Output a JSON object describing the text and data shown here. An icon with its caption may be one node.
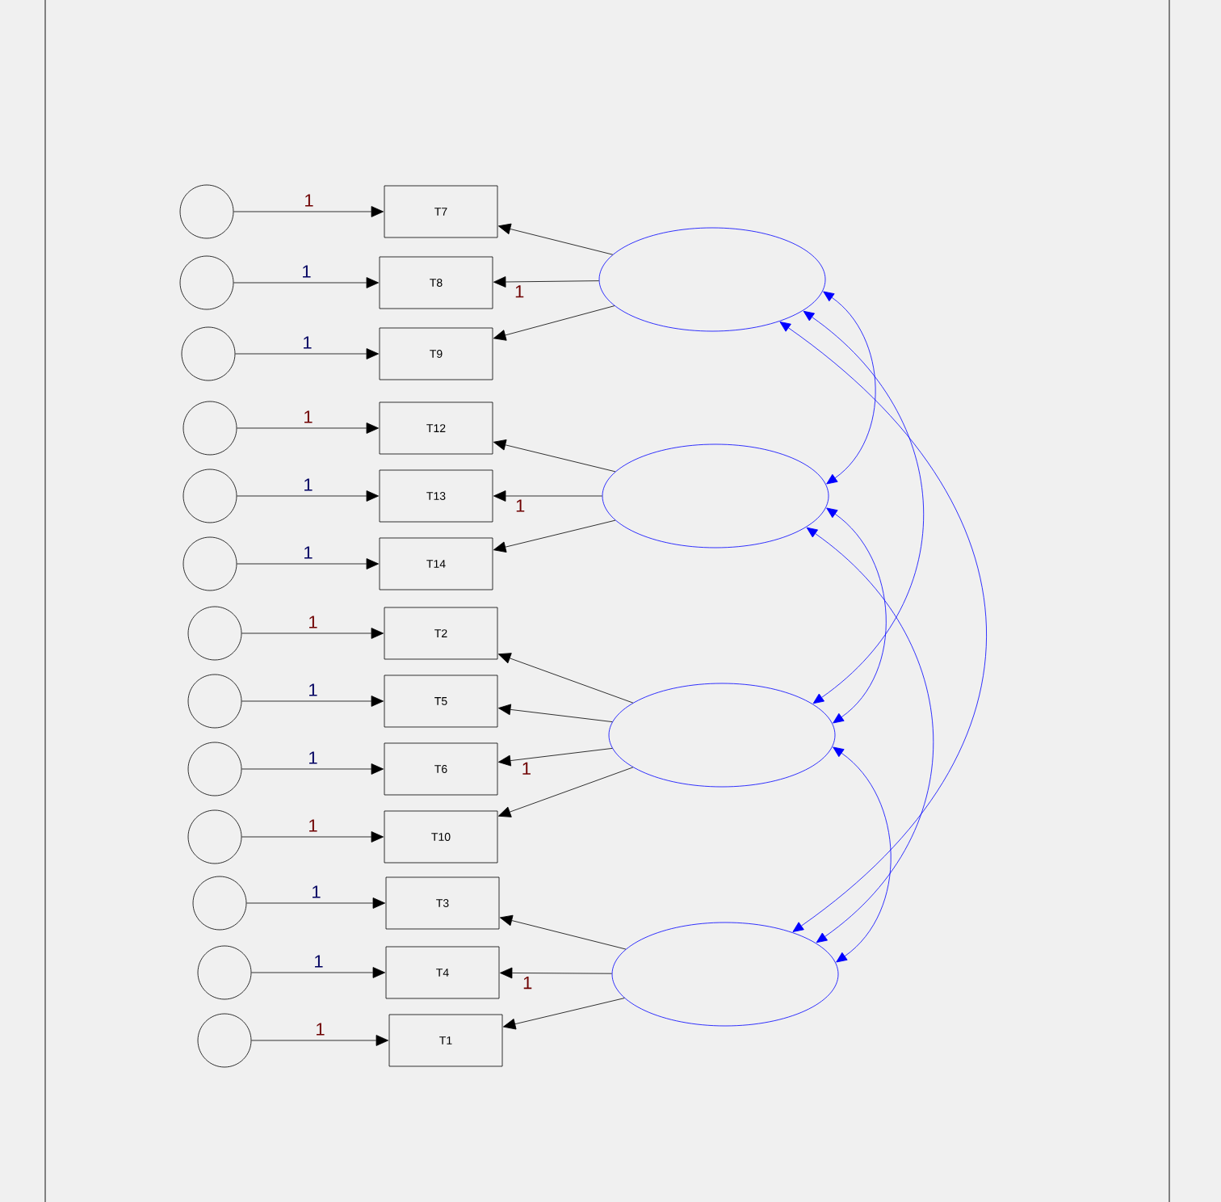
{
  "diagram": {
    "nodes": [
      {
        "text": [],
        "shape": "circle"
      },
      {
        "text": [],
        "shape": "circle"
      },
      {
        "text": [],
        "shape": "circle"
      },
      {
        "text": [],
        "shape": "circle"
      },
      {
        "text": [],
        "shape": "circle"
      },
      {
        "text": [],
        "shape": "circle"
      },
      {
        "text": [],
        "shape": "circle"
      },
      {
        "text": [],
        "shape": "circle"
      },
      {
        "text": [],
        "shape": "circle"
      },
      {
        "text": [],
        "shape": "circle"
      },
      {
        "text": [],
        "shape": "circle"
      },
      {
        "text": [],
        "shape": "circle"
      },
      {
        "text": [],
        "shape": "circle"
      },
      {
        "text": [
          "T7"
        ]
      },
      {
        "text": [
          "T8"
        ]
      },
      {
        "text": [
          "T9"
        ]
      },
      {
        "text": [
          "T12"
        ]
      },
      {
        "text": [
          "T13"
        ]
      },
      {
        "text": [
          "T14"
        ]
      },
      {
        "text": [
          "T2"
        ]
      },
      {
        "text": [
          "T5"
        ]
      },
      {
        "text": [
          "T6"
        ]
      },
      {
        "text": [
          "T10"
        ]
      },
      {
        "text": [
          "T3"
        ]
      },
      {
        "text": [
          "T4"
        ]
      },
      {
        "text": [
          "T1"
        ]
      },
      {
        "text": [],
        "shape": "ellipse"
      },
      {
        "text": [],
        "shape": "ellipse"
      },
      {
        "text": [],
        "shape": "ellipse"
      },
      {
        "text": [],
        "shape": "ellipse"
      }
    ],
    "edges": [
      {
        "from": 0,
        "to": 13,
        "arrow": "to",
        "label": "1"
      },
      {
        "from": 1,
        "to": 14,
        "arrow": "to",
        "label": "1"
      },
      {
        "from": 2,
        "to": 15,
        "arrow": "to",
        "label": "1"
      },
      {
        "from": 3,
        "to": 16,
        "arrow": "to",
        "label": "1"
      },
      {
        "from": 4,
        "to": 17,
        "arrow": "to",
        "label": "1"
      },
      {
        "from": 5,
        "to": 18,
        "arrow": "to",
        "label": "1"
      },
      {
        "from": 6,
        "to": 19,
        "arrow": "to",
        "label": "1"
      },
      {
        "from": 7,
        "to": 20,
        "arrow": "to",
        "label": "1"
      },
      {
        "from": 8,
        "to": 21,
        "arrow": "to",
        "label": "1"
      },
      {
        "from": 9,
        "to": 22,
        "arrow": "to",
        "label": "1"
      },
      {
        "from": 10,
        "to": 23,
        "arrow": "to",
        "label": "1"
      },
      {
        "from": 11,
        "to": 24,
        "arrow": "to",
        "label": "1"
      },
      {
        "from": 12,
        "to": 25,
        "arrow": "to",
        "label": "1"
      },
      {
        "from": 26,
        "to": 13,
        "arrow": "to"
      },
      {
        "from": 26,
        "to": 14,
        "arrow": "to",
        "label": "1"
      },
      {
        "from": 26,
        "to": 15,
        "arrow": "to"
      },
      {
        "from": 27,
        "to": 16,
        "arrow": "to"
      },
      {
        "from": 27,
        "to": 17,
        "arrow": "to",
        "label": "1"
      },
      {
        "from": 27,
        "to": 18,
        "arrow": "to"
      },
      {
        "from": 28,
        "to": 19,
        "arrow": "to"
      },
      {
        "from": 28,
        "to": 20,
        "arrow": "to"
      },
      {
        "from": 28,
        "to": 21,
        "arrow": "to",
        "label": "1"
      },
      {
        "from": 28,
        "to": 22,
        "arrow": "to"
      },
      {
        "from": 29,
        "to": 23,
        "arrow": "to"
      },
      {
        "from": 29,
        "to": 24,
        "arrow": "to",
        "label": "1"
      },
      {
        "from": 29,
        "to": 25,
        "arrow": "to"
      },
      {
        "from": 26,
        "to": 27,
        "arrow": "both",
        "color": "#0000ff"
      },
      {
        "from": 26,
        "to": 28,
        "arrow": "both",
        "color": "#0000ff"
      },
      {
        "from": 26,
        "to": 29,
        "arrow": "both",
        "color": "#0000ff"
      },
      {
        "from": 27,
        "to": 28,
        "arrow": "both",
        "color": "#0000ff"
      },
      {
        "from": 27,
        "to": 29,
        "arrow": "both",
        "color": "#0000ff"
      },
      {
        "from": 28,
        "to": 29,
        "arrow": "both",
        "color": "#0000ff"
      }
    ]
  }
}
